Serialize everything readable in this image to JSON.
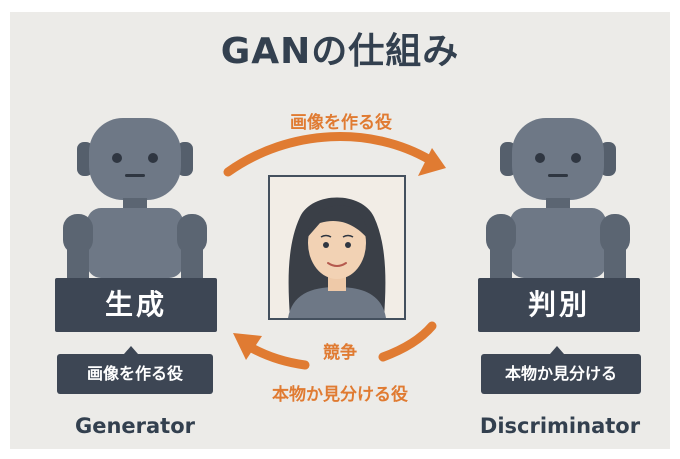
{
  "title": "GANの仕組み",
  "top_arrow_label": "画像を作る役",
  "bottom_arrow_labels": [
    "競争",
    "本物か見分ける役"
  ],
  "generator": {
    "jp_name": "生成",
    "role": "画像を作る役",
    "en_name": "Generator"
  },
  "discriminator": {
    "jp_name": "判別",
    "role": "本物か見分ける",
    "en_name": "Discriminator"
  },
  "colors": {
    "background": "#ecebe8",
    "dark": "#3d4654",
    "robot": "#6e7886",
    "accent_orange": "#e07b32",
    "title_text": "#33404f"
  },
  "icons": [
    "robot-icon",
    "woman-portrait",
    "curved-arrow-right",
    "curved-arrow-left"
  ]
}
